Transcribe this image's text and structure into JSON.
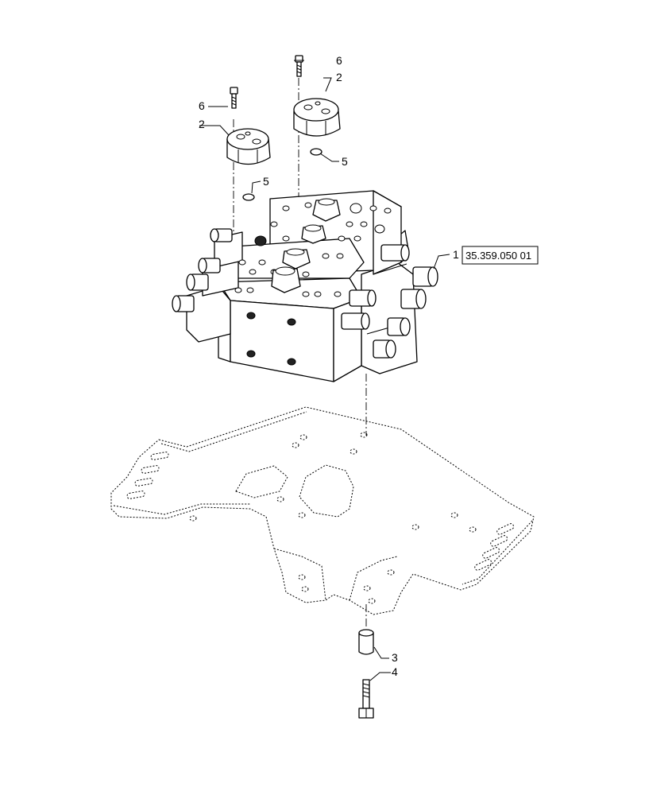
{
  "callouts": [
    {
      "id": "c1",
      "number": "1"
    },
    {
      "id": "c2a",
      "number": "2"
    },
    {
      "id": "c2b",
      "number": "2"
    },
    {
      "id": "c3",
      "number": "3"
    },
    {
      "id": "c4",
      "number": "4"
    },
    {
      "id": "c5a",
      "number": "5"
    },
    {
      "id": "c5b",
      "number": "5"
    },
    {
      "id": "c6a",
      "number": "6"
    },
    {
      "id": "c6b",
      "number": "6"
    }
  ],
  "reference_box": {
    "text": "35.359.050 01"
  }
}
